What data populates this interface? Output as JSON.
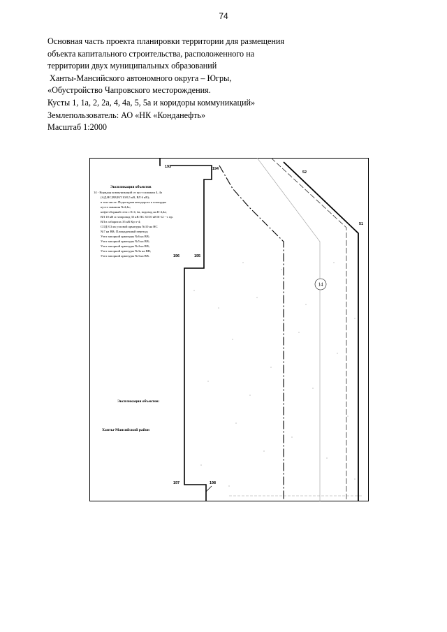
{
  "page_number": "74",
  "header_lines": [
    "Основная часть проекта планировки территории для размещения",
    "объекта капитального строительства, расположенного на",
    "территории двух муниципальных образований",
    " Ханты-Мансийского автономного округа – Югры,",
    "«Обустройство Чапровского месторождения.",
    "Кусты 1, 1а, 2, 2а, 4, 4а, 5, 5а и коридоры коммуникаций»",
    "Землепользователь: АО «НК «Конданефть»",
    "Масштаб 1:2000"
  ],
  "map": {
    "legend_title": "Экспликация объектов",
    "legend_lines": [
      "14 - Коридор коммуникаций от куст скважин 4, 4а",
      "(АД,НС,ВВ,ВЛ 10/0,5 кВ, ВЛ 6 кВ);",
      "в том числе: Подъездная автодорога к площадке",
      "куста скважин №4,4а;",
      "нефтесборный сети с К-4, 4а, водовод на К-4,4а;",
      "ВЛ 10 кВ и газпровод 35 кВ ПС 35/10 кВ К-12 - т. вр.",
      "ВЛ в габаритах 35 кВ Куст-4;",
      "СОД 8.3 кв узловой арматуры №10 на НС",
      "№7 на ВВ; Площадочный переход;",
      "Узел запорной арматуры №6 на ВВ;",
      "Узел запорной арматуры №5 на ВВ;",
      "Узел запорной арматуры №4 на ВВ;",
      "Узел запорной арматуры №3а на ВВ;",
      "Узел запорной арматуры №3 на ВВ."
    ],
    "point_labels": {
      "p193": "193",
      "p194": "194",
      "p52": "52",
      "p51": "51",
      "p196": "196",
      "p195": "195",
      "p197": "197",
      "p198": "198"
    },
    "object_number": "14",
    "lower_legend_title": "Экспликация объектов:",
    "district_label": "Ханты-Мансийский район"
  }
}
